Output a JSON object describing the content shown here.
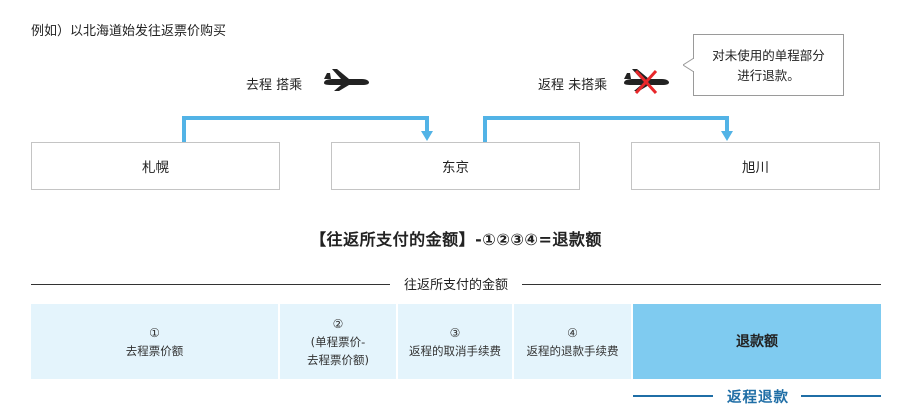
{
  "caption": "例如）以北海道始发往返票价购买",
  "outbound": {
    "label": "去程 搭乘"
  },
  "inbound": {
    "label": "返程 未搭乘"
  },
  "callout": {
    "line1": "对未使用的单程部分",
    "line2": "进行退款。"
  },
  "cities": [
    "札幌",
    "东京",
    "旭川"
  ],
  "formula": "【往返所支付的金额】-①②③④=退款额",
  "total_label": "往返所支付的金额",
  "breakdown": [
    {
      "num": "①",
      "lines": [
        "去程票价额"
      ]
    },
    {
      "num": "②",
      "lines": [
        "(单程票价-",
        "去程票价额)"
      ]
    },
    {
      "num": "③",
      "lines": [
        "返程的取消手续费"
      ]
    },
    {
      "num": "④",
      "lines": [
        "返程的退款手续费"
      ]
    }
  ],
  "refund_label": "退款额",
  "return_refund_label": "返程退款",
  "colors": {
    "arrow": "#52b3e6",
    "cell_bg": "#e4f4fc",
    "refund_bg": "#7fcbf0",
    "accent_text": "#1f6ea6",
    "cross": "#e8272a"
  }
}
